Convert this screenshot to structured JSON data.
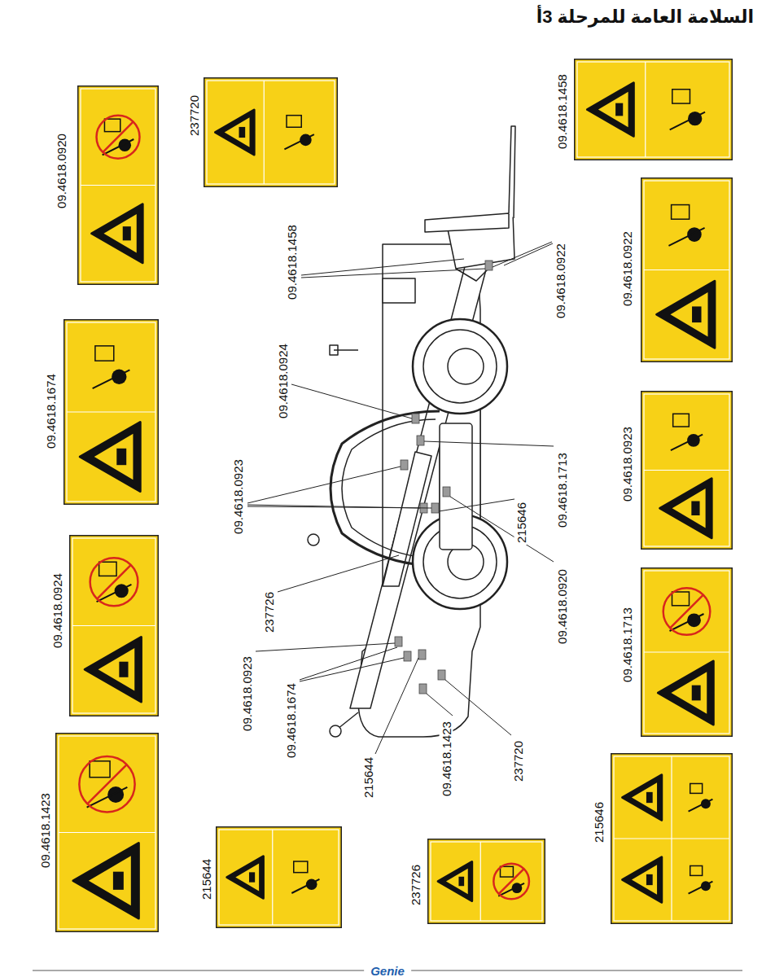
{
  "diagram": {
    "title": "السلامة العامة للمرحلة 3أ",
    "nodes": [
      {
        "text": [
          "09.4618.0920"
        ]
      },
      {
        "text": [
          "237720"
        ]
      },
      {
        "text": [
          "09.4618.1458"
        ]
      },
      {
        "text": [
          "09.4618.1674"
        ]
      },
      {
        "text": [
          "09.4618.0922"
        ]
      },
      {
        "text": [
          "09.4618.0924"
        ]
      },
      {
        "text": [
          "09.4618.0923"
        ]
      },
      {
        "text": [
          "09.4618.1713"
        ]
      },
      {
        "text": [
          "09.4618.1423"
        ]
      },
      {
        "text": [
          "215646"
        ]
      },
      {
        "text": [
          "215644"
        ]
      },
      {
        "text": [
          "237726"
        ]
      }
    ],
    "labels": [
      "09.4618.1458",
      "09.4618.0922",
      "09.4618.0924",
      "09.4618.0923",
      "09.4618.1713",
      "215646",
      "237726",
      "09.4618.0920",
      "09.4618.0923",
      "09.4618.1674",
      "215644",
      "09.4618.1423",
      "237720",
      "Genie"
    ]
  }
}
